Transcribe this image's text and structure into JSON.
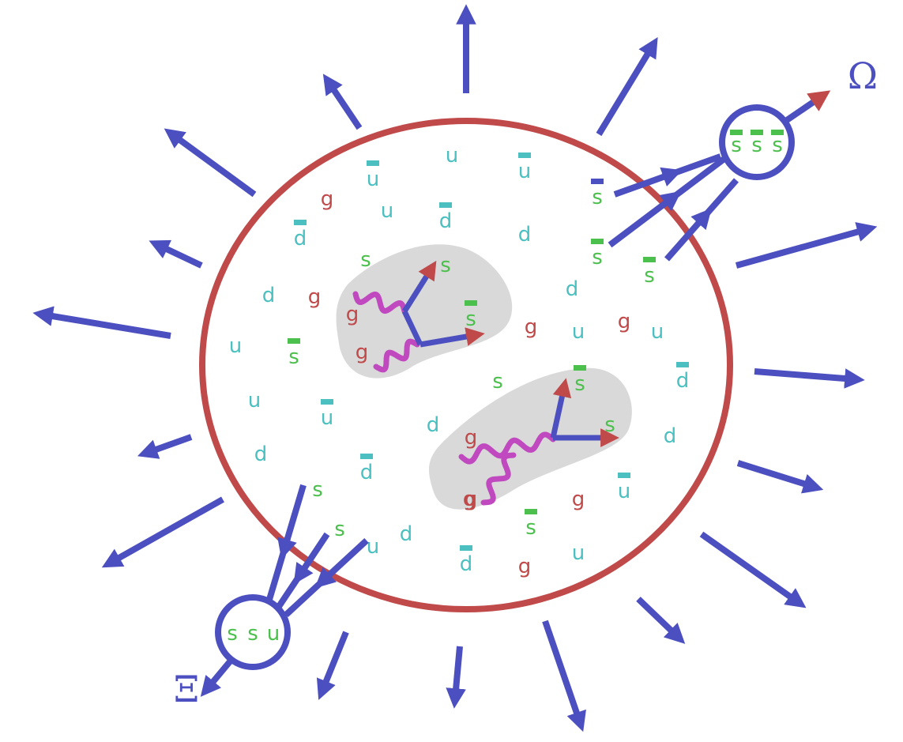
{
  "colors": {
    "fireball": "#c0494a",
    "arrow": "#4c4fc0",
    "arrowhead_red": "#c0494a",
    "gluon_wave": "#c049c0",
    "blob": "#d9d9d9",
    "u_d": "#4cc0c0",
    "s": "#4cc04c",
    "g": "#c0494a"
  },
  "labels": {
    "omega": "Ω",
    "xi": "Ξ"
  },
  "hadrons": {
    "omega": {
      "quarks": [
        "s",
        "s",
        "s"
      ],
      "antiquark_bars": [
        true,
        true,
        true
      ]
    },
    "xi": {
      "quarks": [
        "s",
        "s",
        "u"
      ],
      "antiquark_bars": [
        false,
        false,
        false
      ]
    }
  },
  "particles": [
    {
      "t": "u",
      "bar": false
    },
    {
      "t": "u",
      "bar": true
    },
    {
      "t": "u",
      "bar": true
    },
    {
      "t": "s",
      "bar": true,
      "barColor": "arrow"
    },
    {
      "t": "g",
      "bar": false
    },
    {
      "t": "u",
      "bar": false
    },
    {
      "t": "d",
      "bar": true
    },
    {
      "t": "d",
      "bar": true
    },
    {
      "t": "d",
      "bar": false
    },
    {
      "t": "s",
      "bar": false
    },
    {
      "t": "s",
      "bar": false
    },
    {
      "t": "s",
      "bar": true
    },
    {
      "t": "s",
      "bar": true
    },
    {
      "t": "d",
      "bar": false
    },
    {
      "t": "g",
      "bar": false
    },
    {
      "t": "d",
      "bar": false
    },
    {
      "t": "g",
      "bar": false
    },
    {
      "t": "s",
      "bar": true
    },
    {
      "t": "g",
      "bar": false
    },
    {
      "t": "u",
      "bar": false
    },
    {
      "t": "g",
      "bar": false
    },
    {
      "t": "u",
      "bar": false
    },
    {
      "t": "u",
      "bar": false
    },
    {
      "t": "g",
      "bar": false
    },
    {
      "t": "s",
      "bar": true
    },
    {
      "t": "d",
      "bar": true
    },
    {
      "t": "s",
      "bar": false
    },
    {
      "t": "s",
      "bar": true
    },
    {
      "t": "u",
      "bar": false
    },
    {
      "t": "u",
      "bar": true
    },
    {
      "t": "d",
      "bar": false
    },
    {
      "t": "s",
      "bar": false
    },
    {
      "t": "g",
      "bar": false
    },
    {
      "t": "d",
      "bar": false
    },
    {
      "t": "d",
      "bar": false
    },
    {
      "t": "d",
      "bar": true
    },
    {
      "t": "s",
      "bar": false
    },
    {
      "t": "u",
      "bar": true
    },
    {
      "t": "g",
      "bar": false
    },
    {
      "t": "s",
      "bar": false
    },
    {
      "t": "s",
      "bar": true
    },
    {
      "t": "u",
      "bar": false
    },
    {
      "t": "d",
      "bar": false
    },
    {
      "t": "g",
      "bar": false
    },
    {
      "t": "d",
      "bar": true
    },
    {
      "t": "g",
      "bar": false
    },
    {
      "t": "u",
      "bar": false
    },
    {
      "t": "g",
      "bar": false
    }
  ]
}
